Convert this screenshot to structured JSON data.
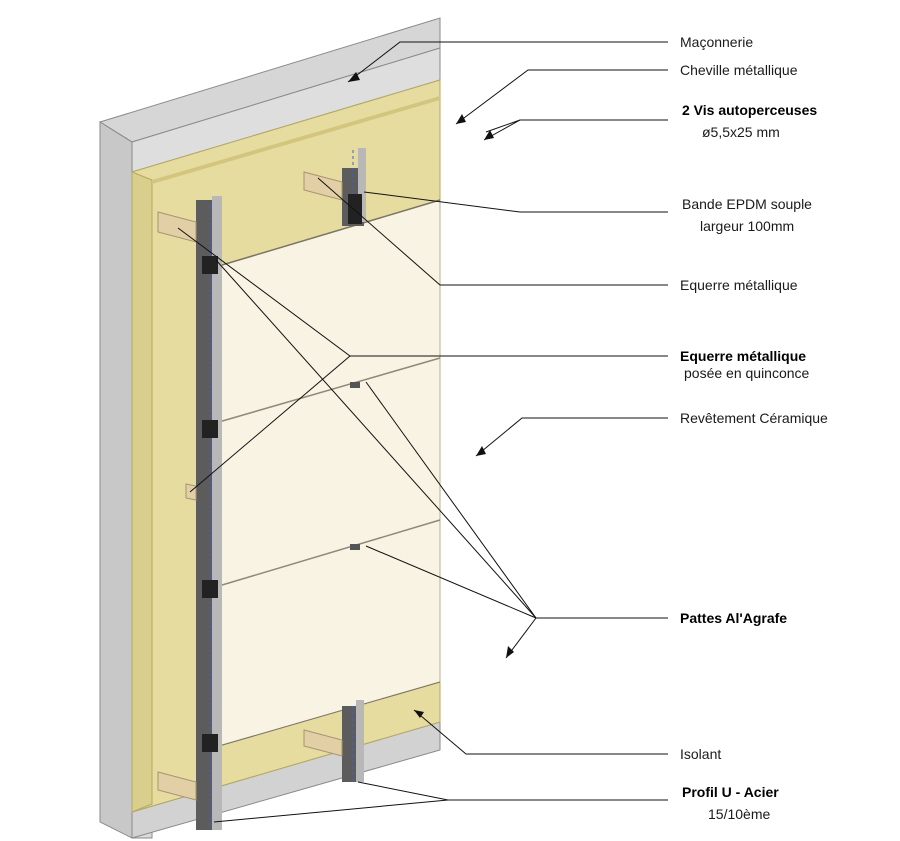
{
  "labels": {
    "maconnerie": "Maçonnerie",
    "cheville": "Cheville métallique",
    "vis_line1": "2 Vis autoperceuses",
    "vis_line2": "ø5,5x25 mm",
    "epdm_line1": "Bande EPDM souple",
    "epdm_line2": "largeur 100mm",
    "equerre": "Equerre métallique",
    "equerre_q_line1": "Equerre métallique",
    "equerre_q_line2": "posée en quinconce",
    "revetement": "Revêtement Céramique",
    "pattes": "Pattes Al'Agrafe",
    "isolant": "Isolant",
    "profil_line1": "Profil U - Acier",
    "profil_line2": "15/10ème"
  },
  "colors": {
    "masonry": "#d4d4d4",
    "masonry_edge": "#8a8a8a",
    "insulation": "#e6dca0",
    "ceramic": "#f8f3e3",
    "profile": "#5e5e5e",
    "bracket": "#e2cfa6",
    "leader": "#111111"
  }
}
